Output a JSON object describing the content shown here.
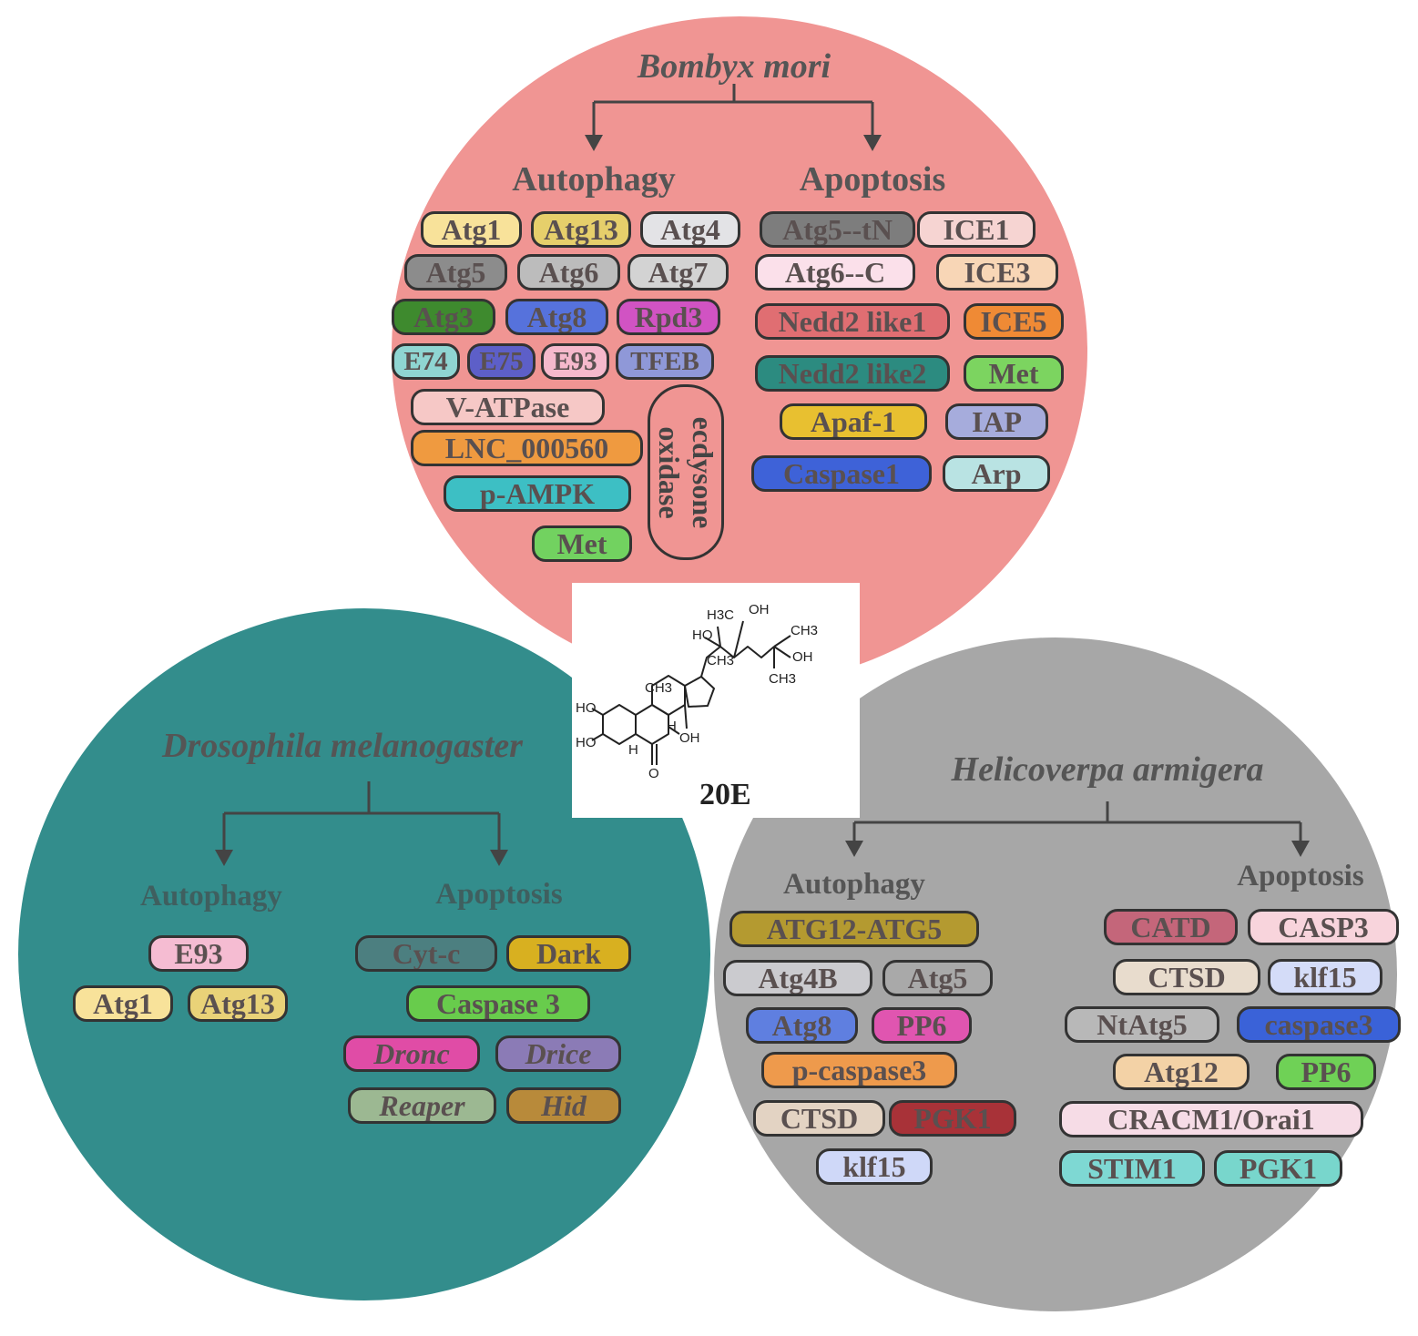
{
  "colors": {
    "bombyx_bg": "#f09593",
    "drosophila_bg": "#338d8c",
    "helicoverpa_bg": "#a7a7a7",
    "border": "#333333"
  },
  "center": {
    "compound_label": "20E",
    "atoms": {
      "h3c": "H3C",
      "oh_top": "OH",
      "ho_side": "HO",
      "ch3_right": "CH3",
      "oh_right": "OH",
      "ch3_right2": "CH3",
      "ch3_c18": "CH3",
      "ch3_c19": "CH3",
      "ho_2": "HO",
      "ho_3": "HO",
      "h_9": "H",
      "oh_14": "OH",
      "h_5": "H",
      "o_6": "O"
    }
  },
  "bombyx": {
    "species": "Bombyx mori",
    "autophagy_label": "Autophagy",
    "apoptosis_label": "Apoptosis",
    "autophagy": [
      {
        "label": "Atg1",
        "color": "#f8e29a"
      },
      {
        "label": "Atg13",
        "color": "#e6cf6b"
      },
      {
        "label": "Atg4",
        "color": "#e3e3e6"
      },
      {
        "label": "Atg5",
        "color": "#8c8c8c"
      },
      {
        "label": "Atg6",
        "color": "#bcbcbc"
      },
      {
        "label": "Atg7",
        "color": "#d3d3d3"
      },
      {
        "label": "Atg3",
        "color": "#3e8a2e"
      },
      {
        "label": "Atg8",
        "color": "#5672dc"
      },
      {
        "label": "Rpd3",
        "color": "#d153c3"
      },
      {
        "label": "E74",
        "color": "#8fd5d2"
      },
      {
        "label": "E75",
        "color": "#5d5fc8"
      },
      {
        "label": "E93",
        "color": "#f5b9cc"
      },
      {
        "label": "TFEB",
        "color": "#8f98d8"
      },
      {
        "label": "V-ATPase",
        "color": "#f6c8c6"
      },
      {
        "label": "LNC_000560",
        "color": "#ef9a40"
      },
      {
        "label": "p-AMPK",
        "color": "#3dbfc4"
      },
      {
        "label": "Met",
        "color": "#72d260"
      }
    ],
    "ecdysone_oxidase": [
      "ecdysone",
      "oxidase"
    ],
    "apoptosis": [
      {
        "label": "Atg5--tN",
        "color": "#7d7d7d"
      },
      {
        "label": "ICE1",
        "color": "#f6d4d2"
      },
      {
        "label": "Atg6--C",
        "color": "#fbe0ea"
      },
      {
        "label": "ICE3",
        "color": "#f8d6b6"
      },
      {
        "label": "Nedd2 like1",
        "color": "#e06e72"
      },
      {
        "label": "ICE5",
        "color": "#ef8a35"
      },
      {
        "label": "Nedd2 like2",
        "color": "#2c8b80"
      },
      {
        "label": "Met",
        "color": "#7cd460"
      },
      {
        "label": "Apaf-1",
        "color": "#e8c030"
      },
      {
        "label": "IAP",
        "color": "#a6acdc"
      },
      {
        "label": "Caspase1",
        "color": "#3e62d8"
      },
      {
        "label": "Arp",
        "color": "#b9e3e3"
      }
    ]
  },
  "drosophila": {
    "species": "Drosophila melanogaster",
    "autophagy_label": "Autophagy",
    "apoptosis_label": "Apoptosis",
    "autophagy": [
      {
        "label": "E93",
        "color": "#f5bcd2"
      },
      {
        "label": "Atg1",
        "color": "#f8e29a"
      },
      {
        "label": "Atg13",
        "color": "#e9d278"
      }
    ],
    "apoptosis": [
      {
        "label": "Cyt-c",
        "color": "#4c7f80"
      },
      {
        "label": "Dark",
        "color": "#d8b020"
      },
      {
        "label": "Caspase 3",
        "color": "#68cc4c"
      },
      {
        "label": "Dronc",
        "color": "#e04ca6"
      },
      {
        "label": "Drice",
        "color": "#8b7bb6"
      },
      {
        "label": "Reaper",
        "color": "#9cb892"
      },
      {
        "label": "Hid",
        "color": "#b88a3a"
      }
    ]
  },
  "helicoverpa": {
    "species": "Helicoverpa armigera",
    "autophagy_label": "Autophagy",
    "apoptosis_label": "Apoptosis",
    "autophagy": [
      {
        "label": "ATG12-ATG5",
        "color": "#b49a30"
      },
      {
        "label": "Atg4B",
        "color": "#cbcbcf"
      },
      {
        "label": "Atg5",
        "color": "#a9a9a9"
      },
      {
        "label": "Atg8",
        "color": "#5f7fe0"
      },
      {
        "label": "PP6",
        "color": "#e055b0"
      },
      {
        "label": "p-caspase3",
        "color": "#ee9a4c"
      },
      {
        "label": "CTSD",
        "color": "#e3d3c3"
      },
      {
        "label": "PGK1",
        "color": "#a83238"
      },
      {
        "label": "klf15",
        "color": "#cfd8f8"
      }
    ],
    "apoptosis": [
      {
        "label": "CATD",
        "color": "#c4667a"
      },
      {
        "label": "CASP3",
        "color": "#f8d4dc"
      },
      {
        "label": "CTSD",
        "color": "#e8dccd"
      },
      {
        "label": "klf15",
        "color": "#d4dcf8"
      },
      {
        "label": "NtAtg5",
        "color": "#b8b8b8"
      },
      {
        "label": "caspase3",
        "color": "#3a62d8"
      },
      {
        "label": "Atg12",
        "color": "#f3d2a6"
      },
      {
        "label": "PP6",
        "color": "#6fd156"
      },
      {
        "label": "CRACM1/Orai1",
        "color": "#f6dce6"
      },
      {
        "label": "STIM1",
        "color": "#7ed8d3"
      },
      {
        "label": "PGK1",
        "color": "#78d6cc"
      }
    ]
  }
}
